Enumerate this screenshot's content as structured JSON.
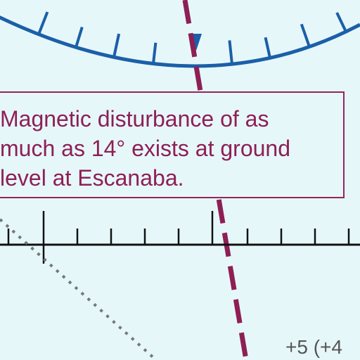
{
  "note": {
    "lines": [
      "Magnetic disturbance of as",
      "much as 14° exists at ground",
      "level at Escanaba."
    ]
  },
  "variation_label": "+5 (+4",
  "colors": {
    "background": "#e6f7fa",
    "compass_rose": "#1b5fa8",
    "course_line": "#8e1f55",
    "note_text": "#8e1f55",
    "scale": "#111111",
    "dotted_line": "#777777",
    "label": "#555555"
  }
}
